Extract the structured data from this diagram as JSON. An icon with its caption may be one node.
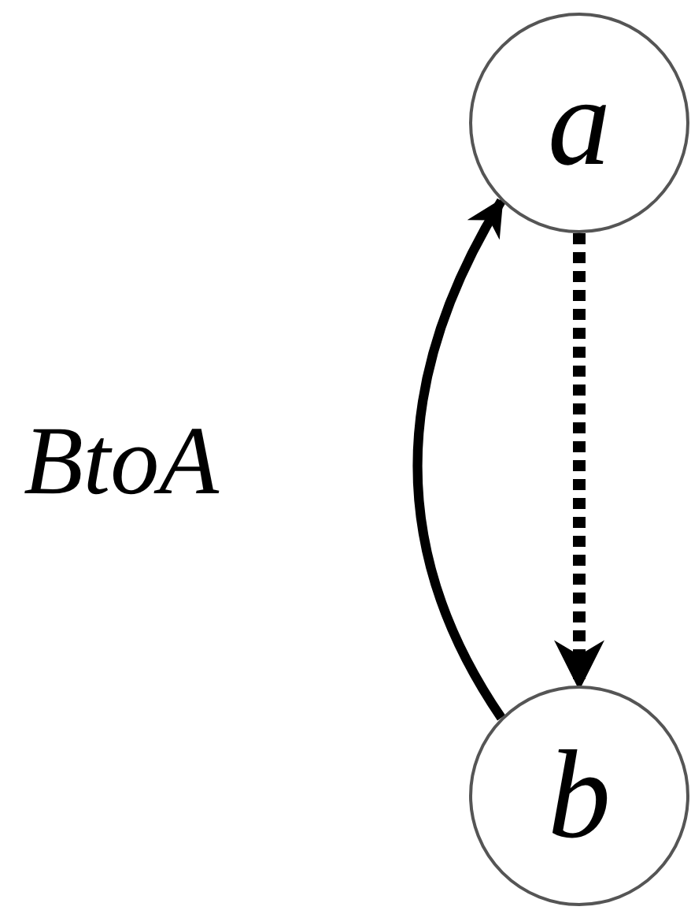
{
  "diagram": {
    "nodes": [
      {
        "text": [
          "a"
        ]
      },
      {
        "text": [
          "b"
        ]
      }
    ],
    "edges": [
      {
        "from": 1,
        "to": 0,
        "arrow": "to",
        "label": "BtoA"
      },
      {
        "from": 0,
        "to": 1,
        "arrow": "to",
        "style": "dashed"
      }
    ]
  }
}
